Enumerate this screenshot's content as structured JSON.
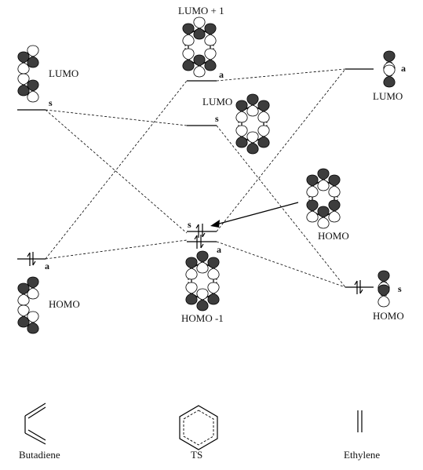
{
  "labels": {
    "ts_lumo_plus_1": "LUMO + 1",
    "butadiene_lumo": "LUMO",
    "ts_lumo": "LUMO",
    "ethylene_lumo": "LUMO",
    "butadiene_homo": "HOMO",
    "ts_homo": "HOMO",
    "ts_homo_minus_1": "HOMO -1",
    "ethylene_homo": "HOMO"
  },
  "symmetry": {
    "ts_lumo_plus_1": "a",
    "ts_lumo": "s",
    "ethylene_lumo": "a",
    "butadiene_lumo": "s",
    "ts_homo": "s",
    "ts_homo_minus_1": "a",
    "butadiene_homo": "a",
    "ethylene_homo": "s"
  },
  "structures": {
    "left": "Butadiene",
    "middle": "TS",
    "right": "Ethylene"
  },
  "colors": {
    "line": "#000000",
    "lobe_shaded": "#3d3d3d",
    "lobe_open": "#ffffff"
  }
}
